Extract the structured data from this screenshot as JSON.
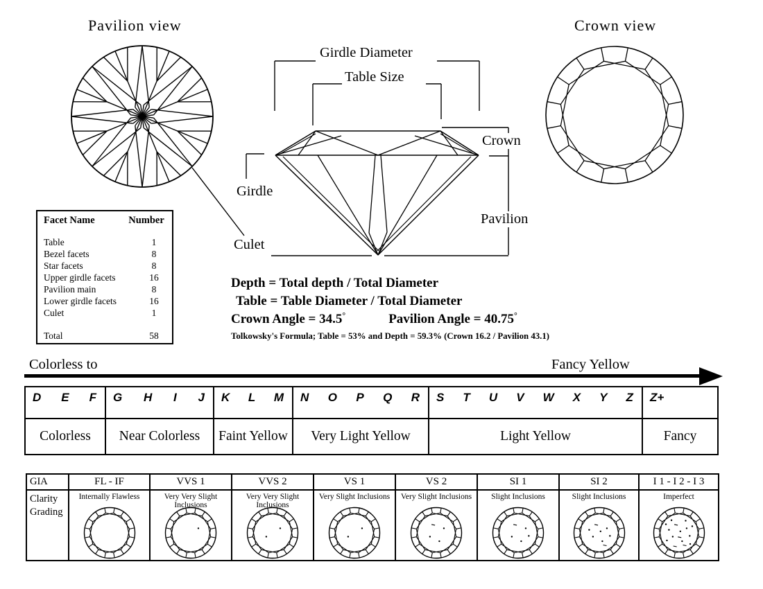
{
  "titles": {
    "pavilion_view": "Pavilion  view",
    "crown_view": "Crown view"
  },
  "anatomy": {
    "girdle_diameter": "Girdle Diameter",
    "table_size": "Table Size",
    "crown": "Crown",
    "girdle": "Girdle",
    "pavilion": "Pavilion",
    "culet": "Culet"
  },
  "facet_table": {
    "name_header": "Facet Name",
    "number_header": "Number",
    "rows": [
      {
        "name": "Table",
        "number": "1"
      },
      {
        "name": "Bezel facets",
        "number": "8"
      },
      {
        "name": "Star facets",
        "number": "8"
      },
      {
        "name": "Upper girdle facets",
        "number": "16"
      },
      {
        "name": "Pavilion main",
        "number": "8"
      },
      {
        "name": "Lower girdle facets",
        "number": "16"
      },
      {
        "name": "Culet",
        "number": "1"
      }
    ],
    "total_label": "Total",
    "total_value": "58"
  },
  "formulas": {
    "depth": "Depth = Total depth / Total Diameter",
    "table": "Table = Table Diameter / Total Diameter",
    "crown_angle": "Crown Angle = 34.5",
    "pavilion_angle": "Pavilion Angle = 40.75",
    "degree": "°",
    "tolkowsky": "Tolkowsky's Formula; Table = 53% and Depth = 59.3%  (Crown 16.2 / Pavilion 43.1)"
  },
  "color_scale": {
    "left_label": "Colorless  to",
    "right_label": "Fancy Yellow",
    "grades": [
      {
        "letters": [
          "D",
          "E",
          "F"
        ],
        "name": "Colorless"
      },
      {
        "letters": [
          "G",
          "H",
          "I",
          "J"
        ],
        "name": "Near Colorless"
      },
      {
        "letters": [
          "K",
          "L",
          "M"
        ],
        "name": "Faint Yellow"
      },
      {
        "letters": [
          "N",
          "O",
          "P",
          "Q",
          "R"
        ],
        "name": "Very Light Yellow"
      },
      {
        "letters": [
          "S",
          "T",
          "U",
          "V",
          "W",
          "X",
          "Y",
          "Z"
        ],
        "name": "Light Yellow"
      },
      {
        "letters": [
          "Z+"
        ],
        "name": "Fancy"
      }
    ]
  },
  "clarity_table": {
    "corner_label": "GIA",
    "row_label": "Clarity Grading",
    "grades": [
      {
        "code": "FL - IF",
        "desc": "Internally Flawless",
        "inclusions": 0
      },
      {
        "code": "VVS 1",
        "desc": "Very Very Slight Inclusions",
        "inclusions": 1
      },
      {
        "code": "VVS 2",
        "desc": "Very Very Slight Inclusions",
        "inclusions": 2
      },
      {
        "code": "VS 1",
        "desc": "Very Slight Inclusions",
        "inclusions": 2
      },
      {
        "code": "VS 2",
        "desc": "Very Slight Inclusions",
        "inclusions": 4
      },
      {
        "code": "SI 1",
        "desc": "Slight Inclusions",
        "inclusions": 5
      },
      {
        "code": "SI 2",
        "desc": "Slight Inclusions",
        "inclusions": 8
      },
      {
        "code": "I 1 - I 2 - I 3",
        "desc": "Imperfect",
        "inclusions": 16
      }
    ]
  }
}
